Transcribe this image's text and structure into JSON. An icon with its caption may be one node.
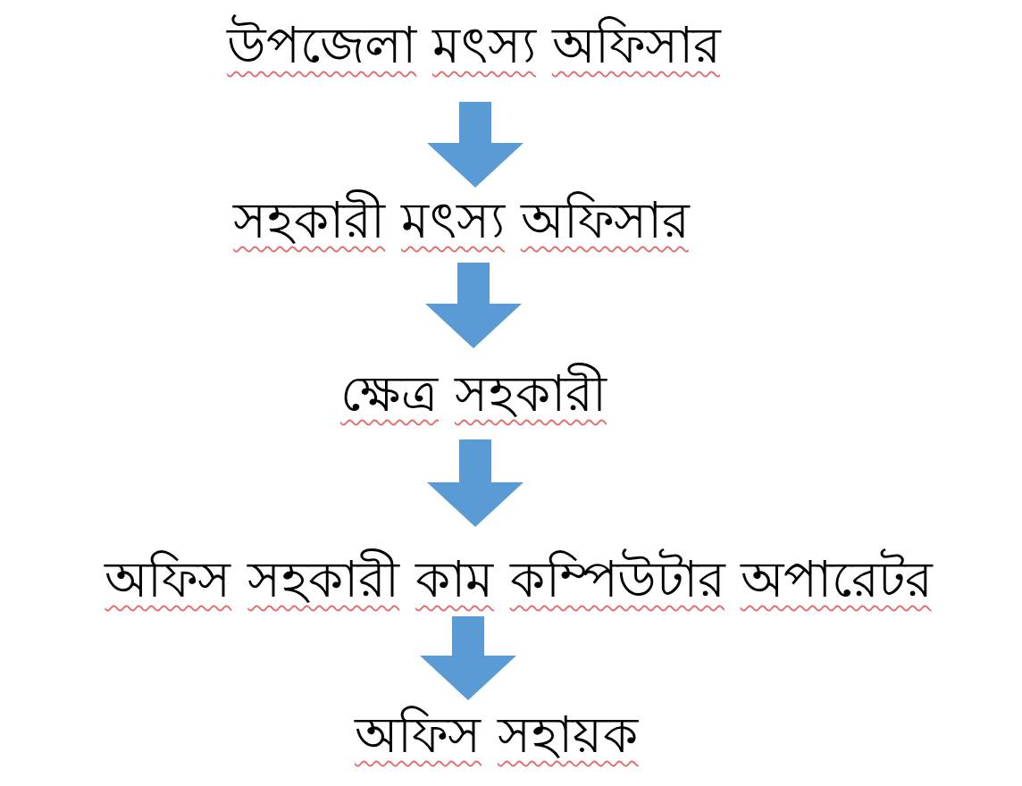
{
  "diagram": {
    "nodes": [
      {
        "text": [
          "উপজেলা মৎস্য অফিসার"
        ]
      },
      {
        "text": [
          "সহকারী মৎস্য অফিসার"
        ]
      },
      {
        "text": [
          "ক্ষেত্র সহকারী"
        ]
      },
      {
        "text": [
          "অফিস সহকারী কাম কম্পিউটার অপারেটর"
        ]
      },
      {
        "text": [
          "অফিস সহায়ক"
        ]
      }
    ],
    "edges": [
      {
        "from": 0,
        "to": 1,
        "arrow": "to"
      },
      {
        "from": 1,
        "to": 2,
        "arrow": "to"
      },
      {
        "from": 2,
        "to": 3,
        "arrow": "to"
      },
      {
        "from": 3,
        "to": 4,
        "arrow": "to"
      }
    ]
  }
}
